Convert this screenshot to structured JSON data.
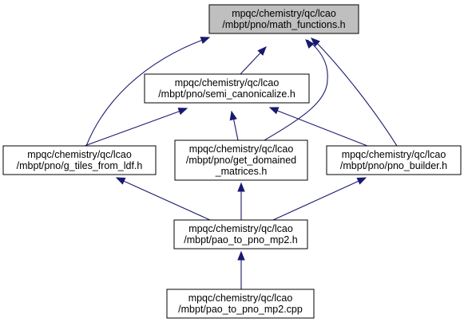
{
  "graph": {
    "colors": {
      "edge": "#191970",
      "highlight_fill": "#bfbfbf",
      "node_fill": "#ffffff",
      "border": "#000000"
    },
    "nodes": [
      {
        "id": "math_functions",
        "lines": [
          "mpqc/chemistry/qc/lcao",
          "/mbpt/pno/math_functions.h"
        ],
        "highlighted": true,
        "interactable": false
      },
      {
        "id": "semi_canonicalize",
        "lines": [
          "mpqc/chemistry/qc/lcao",
          "/mbpt/pno/semi_canonicalize.h"
        ],
        "highlighted": false,
        "interactable": true
      },
      {
        "id": "g_tiles_from_ldf",
        "lines": [
          "mpqc/chemistry/qc/lcao",
          "/mbpt/pno/g_tiles_from_ldf.h"
        ],
        "highlighted": false,
        "interactable": true
      },
      {
        "id": "get_domained_matrices",
        "lines": [
          "mpqc/chemistry/qc/lcao",
          "/mbpt/pno/get_domained",
          "_matrices.h"
        ],
        "highlighted": false,
        "interactable": true
      },
      {
        "id": "pno_builder",
        "lines": [
          "mpqc/chemistry/qc/lcao",
          "/mbpt/pno/pno_builder.h"
        ],
        "highlighted": false,
        "interactable": true
      },
      {
        "id": "pao_to_pno_mp2_h",
        "lines": [
          "mpqc/chemistry/qc/lcao",
          "/mbpt/pao_to_pno_mp2.h"
        ],
        "highlighted": false,
        "interactable": true
      },
      {
        "id": "pao_to_pno_mp2_cpp",
        "lines": [
          "mpqc/chemistry/qc/lcao",
          "/mbpt/pao_to_pno_mp2.cpp"
        ],
        "highlighted": false,
        "interactable": true
      }
    ],
    "edges": [
      {
        "from": "semi_canonicalize",
        "to": "math_functions"
      },
      {
        "from": "g_tiles_from_ldf",
        "to": "math_functions"
      },
      {
        "from": "get_domained_matrices",
        "to": "math_functions"
      },
      {
        "from": "pno_builder",
        "to": "math_functions"
      },
      {
        "from": "g_tiles_from_ldf",
        "to": "semi_canonicalize"
      },
      {
        "from": "get_domained_matrices",
        "to": "semi_canonicalize"
      },
      {
        "from": "pno_builder",
        "to": "semi_canonicalize"
      },
      {
        "from": "pao_to_pno_mp2_h",
        "to": "g_tiles_from_ldf"
      },
      {
        "from": "pao_to_pno_mp2_h",
        "to": "get_domained_matrices"
      },
      {
        "from": "pao_to_pno_mp2_h",
        "to": "pno_builder"
      },
      {
        "from": "pao_to_pno_mp2_cpp",
        "to": "pao_to_pno_mp2_h"
      }
    ]
  }
}
